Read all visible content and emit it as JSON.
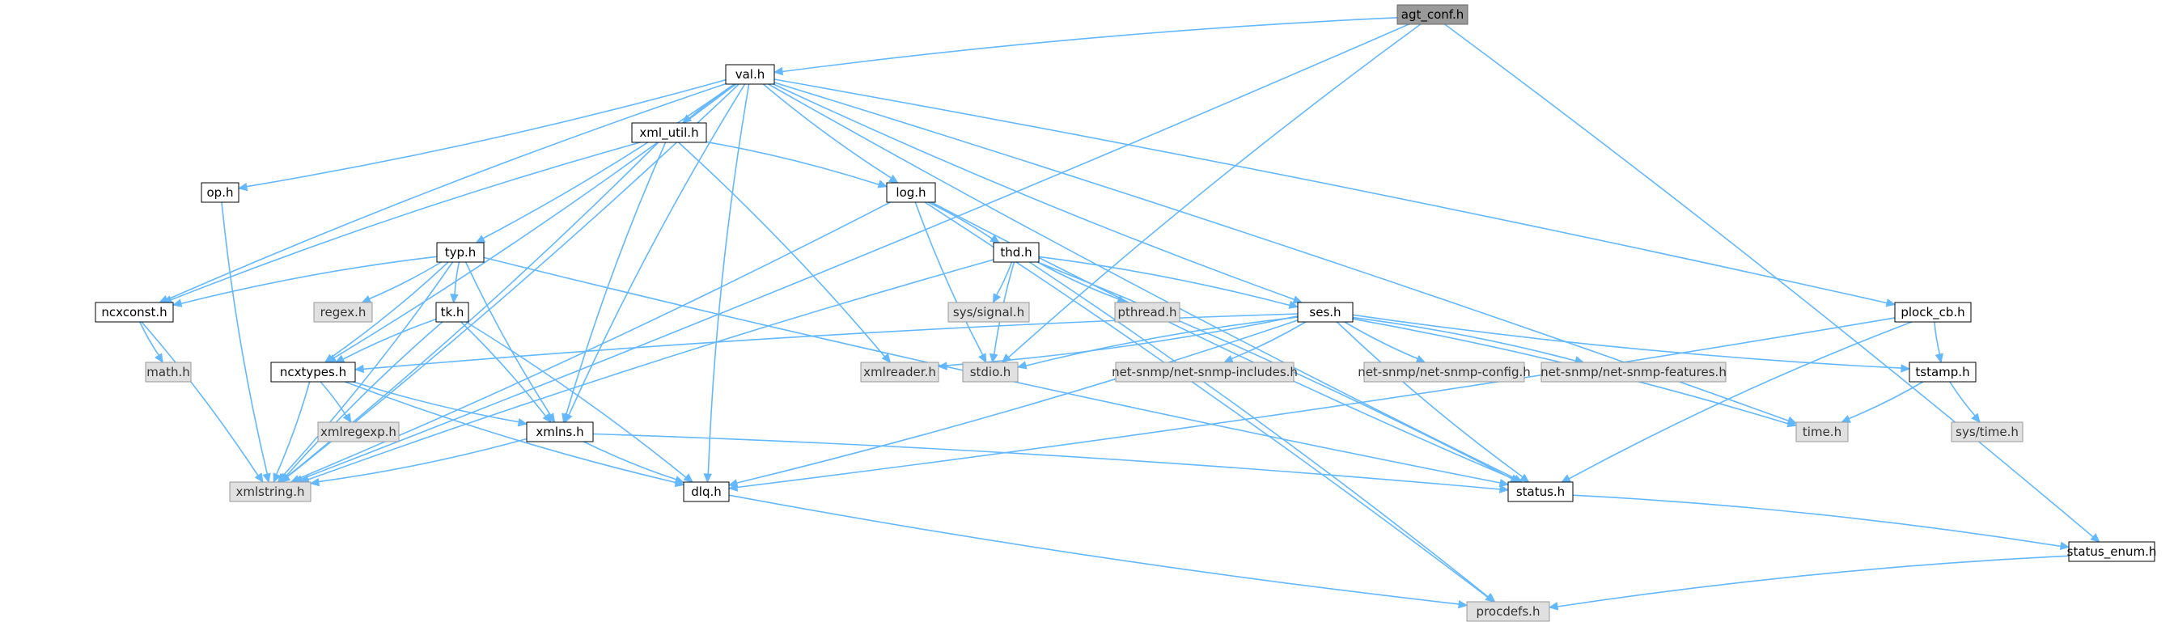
{
  "graph": {
    "nodes": [
      {
        "id": "agt_conf",
        "label": "agt_conf.h",
        "kind": "root"
      },
      {
        "id": "val",
        "label": "val.h",
        "kind": "normal"
      },
      {
        "id": "xml_util",
        "label": "xml_util.h",
        "kind": "normal"
      },
      {
        "id": "op",
        "label": "op.h",
        "kind": "normal"
      },
      {
        "id": "log",
        "label": "log.h",
        "kind": "normal"
      },
      {
        "id": "typ",
        "label": "typ.h",
        "kind": "normal"
      },
      {
        "id": "thd",
        "label": "thd.h",
        "kind": "normal"
      },
      {
        "id": "ncxconst",
        "label": "ncxconst.h",
        "kind": "normal"
      },
      {
        "id": "regex",
        "label": "regex.h",
        "kind": "external"
      },
      {
        "id": "tk",
        "label": "tk.h",
        "kind": "normal"
      },
      {
        "id": "sys_signal",
        "label": "sys/signal.h",
        "kind": "external"
      },
      {
        "id": "pthread",
        "label": "pthread.h",
        "kind": "external"
      },
      {
        "id": "ses",
        "label": "ses.h",
        "kind": "normal"
      },
      {
        "id": "plock_cb",
        "label": "plock_cb.h",
        "kind": "normal"
      },
      {
        "id": "math",
        "label": "math.h",
        "kind": "external"
      },
      {
        "id": "ncxtypes",
        "label": "ncxtypes.h",
        "kind": "normal"
      },
      {
        "id": "xmlreader",
        "label": "xmlreader.h",
        "kind": "external"
      },
      {
        "id": "stdio",
        "label": "stdio.h",
        "kind": "external"
      },
      {
        "id": "netsnmp_inc",
        "label": "net-snmp/net-snmp-includes.h",
        "kind": "external"
      },
      {
        "id": "netsnmp_conf",
        "label": "net-snmp/net-snmp-config.h",
        "kind": "external"
      },
      {
        "id": "netsnmp_feat",
        "label": "net-snmp/net-snmp-features.h",
        "kind": "external"
      },
      {
        "id": "tstamp",
        "label": "tstamp.h",
        "kind": "normal"
      },
      {
        "id": "xmlregexp",
        "label": "xmlregexp.h",
        "kind": "external"
      },
      {
        "id": "xmlns",
        "label": "xmlns.h",
        "kind": "normal"
      },
      {
        "id": "time",
        "label": "time.h",
        "kind": "external"
      },
      {
        "id": "sys_time",
        "label": "sys/time.h",
        "kind": "external"
      },
      {
        "id": "xmlstring",
        "label": "xmlstring.h",
        "kind": "external"
      },
      {
        "id": "dlq",
        "label": "dlq.h",
        "kind": "normal"
      },
      {
        "id": "status",
        "label": "status.h",
        "kind": "normal"
      },
      {
        "id": "status_enum",
        "label": "status_enum.h",
        "kind": "normal"
      },
      {
        "id": "procdefs",
        "label": "procdefs.h",
        "kind": "external"
      }
    ],
    "edges": [
      [
        "agt_conf",
        "val"
      ],
      [
        "agt_conf",
        "xmlstring"
      ],
      [
        "agt_conf",
        "stdio"
      ],
      [
        "agt_conf",
        "status_enum"
      ],
      [
        "val",
        "xml_util"
      ],
      [
        "val",
        "op"
      ],
      [
        "val",
        "log"
      ],
      [
        "val",
        "typ"
      ],
      [
        "val",
        "ncxconst"
      ],
      [
        "val",
        "ncxtypes"
      ],
      [
        "val",
        "ses"
      ],
      [
        "val",
        "plock_cb"
      ],
      [
        "val",
        "xmlns"
      ],
      [
        "val",
        "xmlstring"
      ],
      [
        "val",
        "dlq"
      ],
      [
        "val",
        "time"
      ],
      [
        "val",
        "status"
      ],
      [
        "xml_util",
        "log"
      ],
      [
        "xml_util",
        "ncxconst"
      ],
      [
        "xml_util",
        "xmlreader"
      ],
      [
        "xml_util",
        "xmlns"
      ],
      [
        "xml_util",
        "xmlstring"
      ],
      [
        "op",
        "xmlstring"
      ],
      [
        "log",
        "thd"
      ],
      [
        "log",
        "stdio"
      ],
      [
        "log",
        "xmlstring"
      ],
      [
        "log",
        "status"
      ],
      [
        "log",
        "procdefs"
      ],
      [
        "typ",
        "ncxconst"
      ],
      [
        "typ",
        "regex"
      ],
      [
        "typ",
        "tk"
      ],
      [
        "typ",
        "ncxtypes"
      ],
      [
        "typ",
        "xmlns"
      ],
      [
        "typ",
        "xmlstring"
      ],
      [
        "typ",
        "status"
      ],
      [
        "thd",
        "sys_signal"
      ],
      [
        "thd",
        "pthread"
      ],
      [
        "thd",
        "ses"
      ],
      [
        "thd",
        "stdio"
      ],
      [
        "thd",
        "status"
      ],
      [
        "thd",
        "xmlstring"
      ],
      [
        "thd",
        "procdefs"
      ],
      [
        "ncxconst",
        "math"
      ],
      [
        "ncxconst",
        "xmlstring"
      ],
      [
        "tk",
        "ncxtypes"
      ],
      [
        "tk",
        "xmlns"
      ],
      [
        "tk",
        "xmlstring"
      ],
      [
        "tk",
        "dlq"
      ],
      [
        "ses",
        "ncxtypes"
      ],
      [
        "ses",
        "xmlreader"
      ],
      [
        "ses",
        "stdio"
      ],
      [
        "ses",
        "netsnmp_inc"
      ],
      [
        "ses",
        "netsnmp_conf"
      ],
      [
        "ses",
        "netsnmp_feat"
      ],
      [
        "ses",
        "tstamp"
      ],
      [
        "ses",
        "time"
      ],
      [
        "ses",
        "status"
      ],
      [
        "ses",
        "dlq"
      ],
      [
        "plock_cb",
        "tstamp"
      ],
      [
        "plock_cb",
        "dlq"
      ],
      [
        "plock_cb",
        "status"
      ],
      [
        "ncxtypes",
        "xmlregexp"
      ],
      [
        "ncxtypes",
        "xmlns"
      ],
      [
        "ncxtypes",
        "xmlstring"
      ],
      [
        "ncxtypes",
        "dlq"
      ],
      [
        "tstamp",
        "time"
      ],
      [
        "tstamp",
        "sys_time"
      ],
      [
        "xmlns",
        "xmlstring"
      ],
      [
        "xmlns",
        "dlq"
      ],
      [
        "xmlns",
        "status"
      ],
      [
        "dlq",
        "procdefs"
      ],
      [
        "status",
        "status_enum"
      ],
      [
        "status_enum",
        "procdefs"
      ]
    ]
  }
}
